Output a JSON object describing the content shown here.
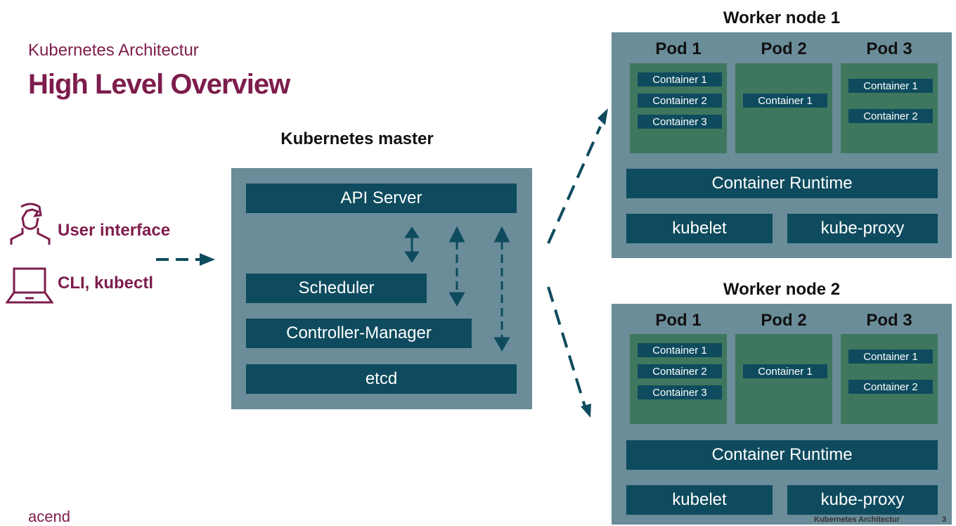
{
  "header": {
    "subtitle": "Kubernetes Architectur",
    "title": "High Level Overview"
  },
  "clients": {
    "user_interface": "User interface",
    "cli": "CLI, kubectl"
  },
  "master": {
    "title": "Kubernetes master",
    "api_server": "API Server",
    "scheduler": "Scheduler",
    "controller_manager": "Controller-Manager",
    "etcd": "etcd"
  },
  "nodes": [
    {
      "title": "Worker node 1",
      "pods": [
        {
          "label": "Pod 1",
          "containers": [
            "Container 1",
            "Container 2",
            "Container 3"
          ]
        },
        {
          "label": "Pod 2",
          "containers": [
            "Container 1"
          ]
        },
        {
          "label": "Pod 3",
          "containers": [
            "Container 1",
            "Container 2"
          ]
        }
      ],
      "runtime": "Container Runtime",
      "kubelet": "kubelet",
      "kube_proxy": "kube-proxy"
    },
    {
      "title": "Worker node 2",
      "pods": [
        {
          "label": "Pod 1",
          "containers": [
            "Container 1",
            "Container 2",
            "Container 3"
          ]
        },
        {
          "label": "Pod 2",
          "containers": [
            "Container 1"
          ]
        },
        {
          "label": "Pod 3",
          "containers": [
            "Container 1",
            "Container 2"
          ]
        }
      ],
      "runtime": "Container Runtime",
      "kubelet": "kubelet",
      "kube_proxy": "kube-proxy"
    }
  ],
  "footer": {
    "logo": "acend",
    "topic": "Kubernetes Architectur",
    "page": "3"
  },
  "colors": {
    "brand": "#7d1d4c",
    "panel": "#6a8d99",
    "bar": "#0e4b5e",
    "pod": "#3f775e"
  }
}
